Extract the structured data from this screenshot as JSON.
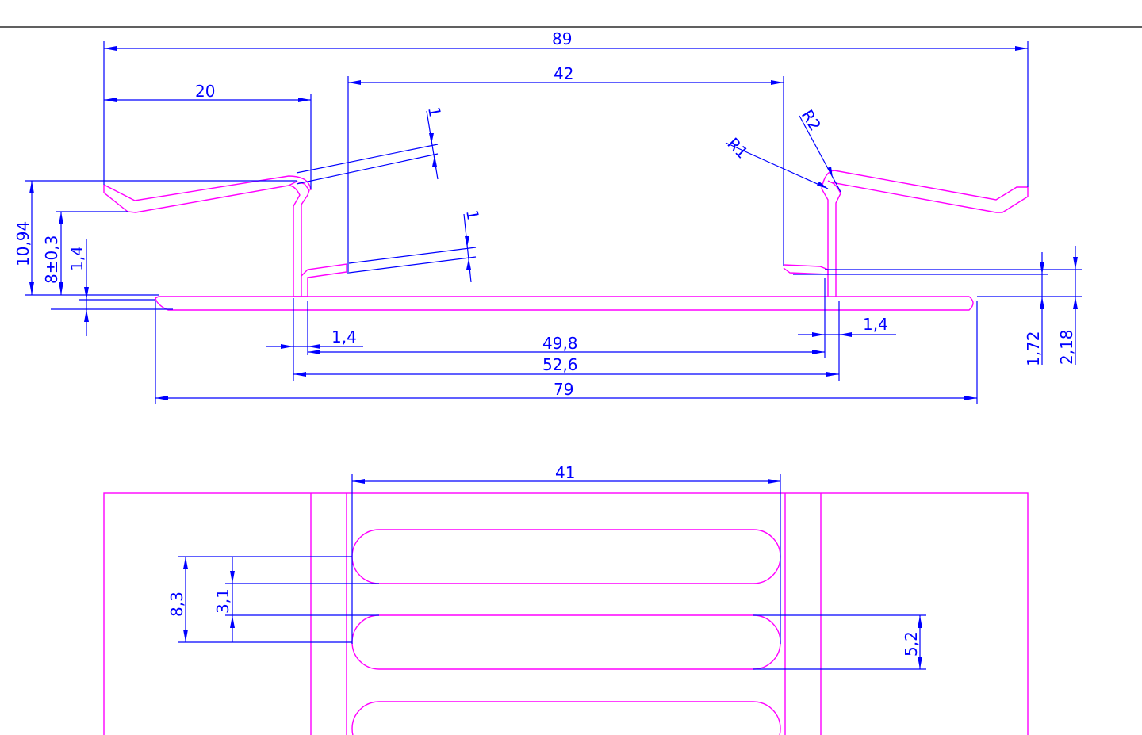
{
  "colors": {
    "background": "#ffffff",
    "profile": "#ff00ff",
    "dimension": "#0000ff",
    "frame": "#000000"
  },
  "labels": {
    "d89": "89",
    "d42": "42",
    "d20": "20",
    "t1a": "1",
    "t1b": "1",
    "r1": "R1",
    "r2": "R2",
    "h1094": "10,94",
    "h8": "8±0,3",
    "h14": "1,4",
    "w14a": "1,4",
    "w14b": "1,4",
    "d498": "49,8",
    "d526": "52,6",
    "d79": "79",
    "h172": "1,72",
    "h218": "2,18",
    "d41": "41",
    "h83": "8,3",
    "h31": "3,1",
    "h52": "5,2"
  }
}
